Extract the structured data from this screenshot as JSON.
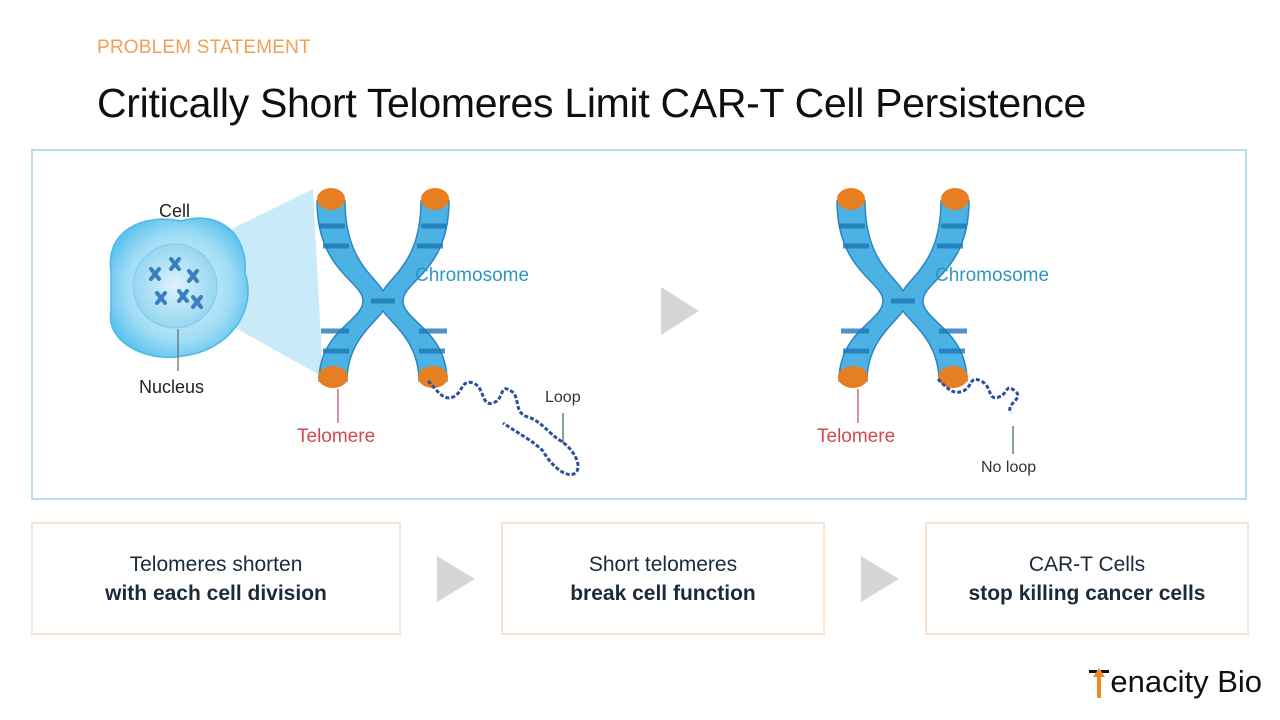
{
  "header": {
    "kicker": "PROBLEM STATEMENT",
    "title": "Critically Short Telomeres Limit CAR-T Cell Persistence"
  },
  "diagram": {
    "cell_label": "Cell",
    "nucleus_label": "Nucleus",
    "chromosome_label_1": "Chromosome",
    "telomere_label_1": "Telomere",
    "loop_label": "Loop",
    "chromosome_label_2": "Chromosome",
    "telomere_label_2": "Telomere",
    "no_loop_label": "No loop",
    "colors": {
      "chromosome": "#3fa8de",
      "chromosome_band": "#1f78b8",
      "telomere": "#e67e22",
      "telomere_label": "#cf4b4f",
      "chromosome_label": "#2a97c8",
      "dna": "#2c4f9e"
    }
  },
  "steps": [
    {
      "line1": "Telomeres shorten",
      "line2": "with each cell division"
    },
    {
      "line1": "Short telomeres",
      "line2": "break cell function"
    },
    {
      "line1": "CAR-T Cells",
      "line2": "stop killing cancer cells"
    }
  ],
  "logo": {
    "text": "enacity Bio"
  }
}
